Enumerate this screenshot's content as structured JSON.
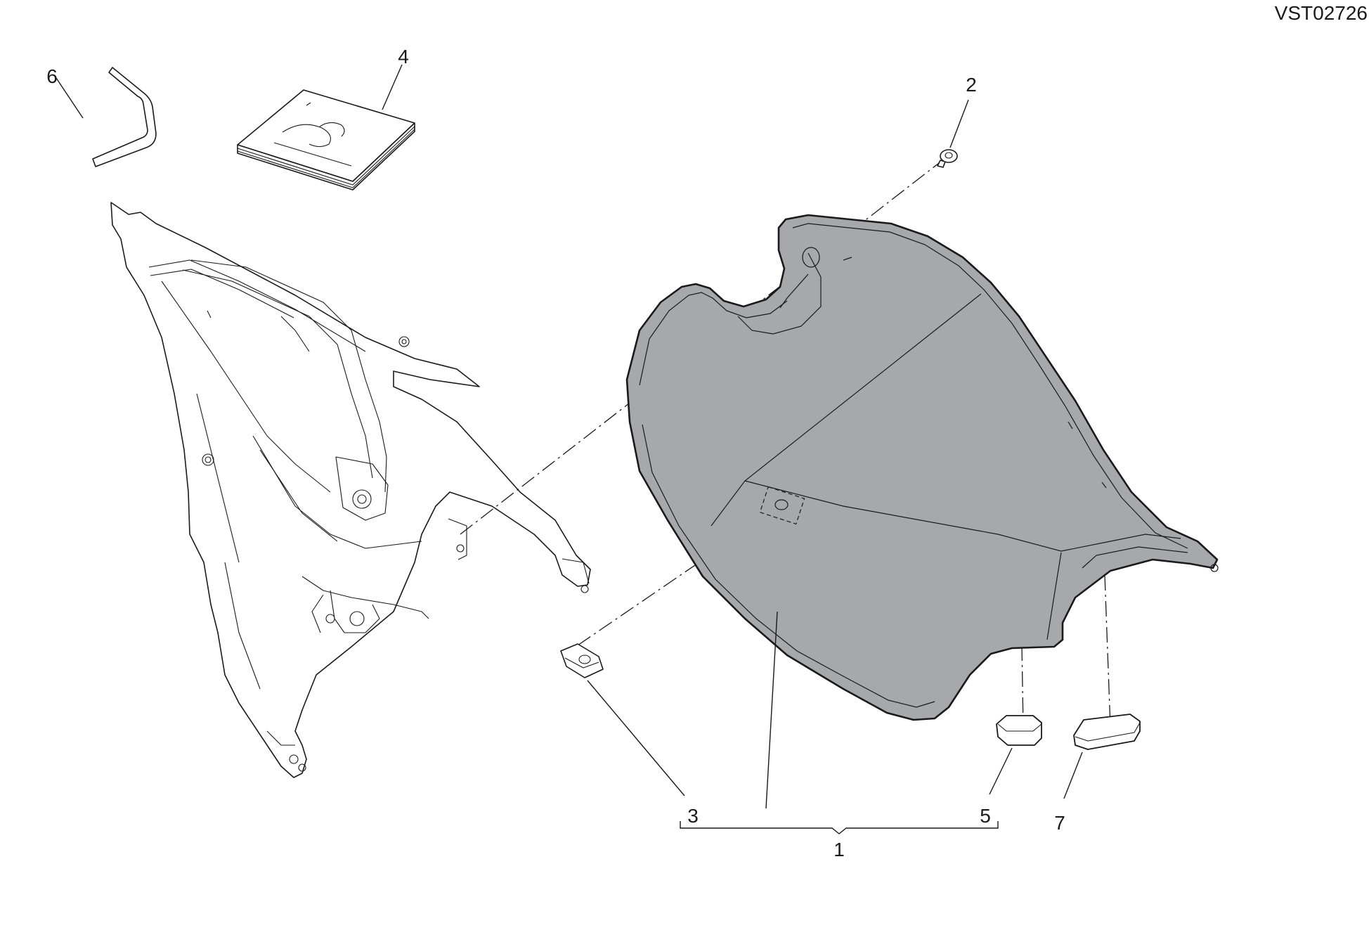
{
  "drawing_code": "VST02726",
  "reference_labels": {
    "seat_assembly": "1",
    "screw": "2",
    "plate_3": "3",
    "manual": "4",
    "pad_5": "5",
    "allen_key": "6",
    "pad_7": "7"
  },
  "colors": {
    "seat_fill": "#a7a8ab",
    "line": "#1a1a1a",
    "background": "#ffffff"
  }
}
